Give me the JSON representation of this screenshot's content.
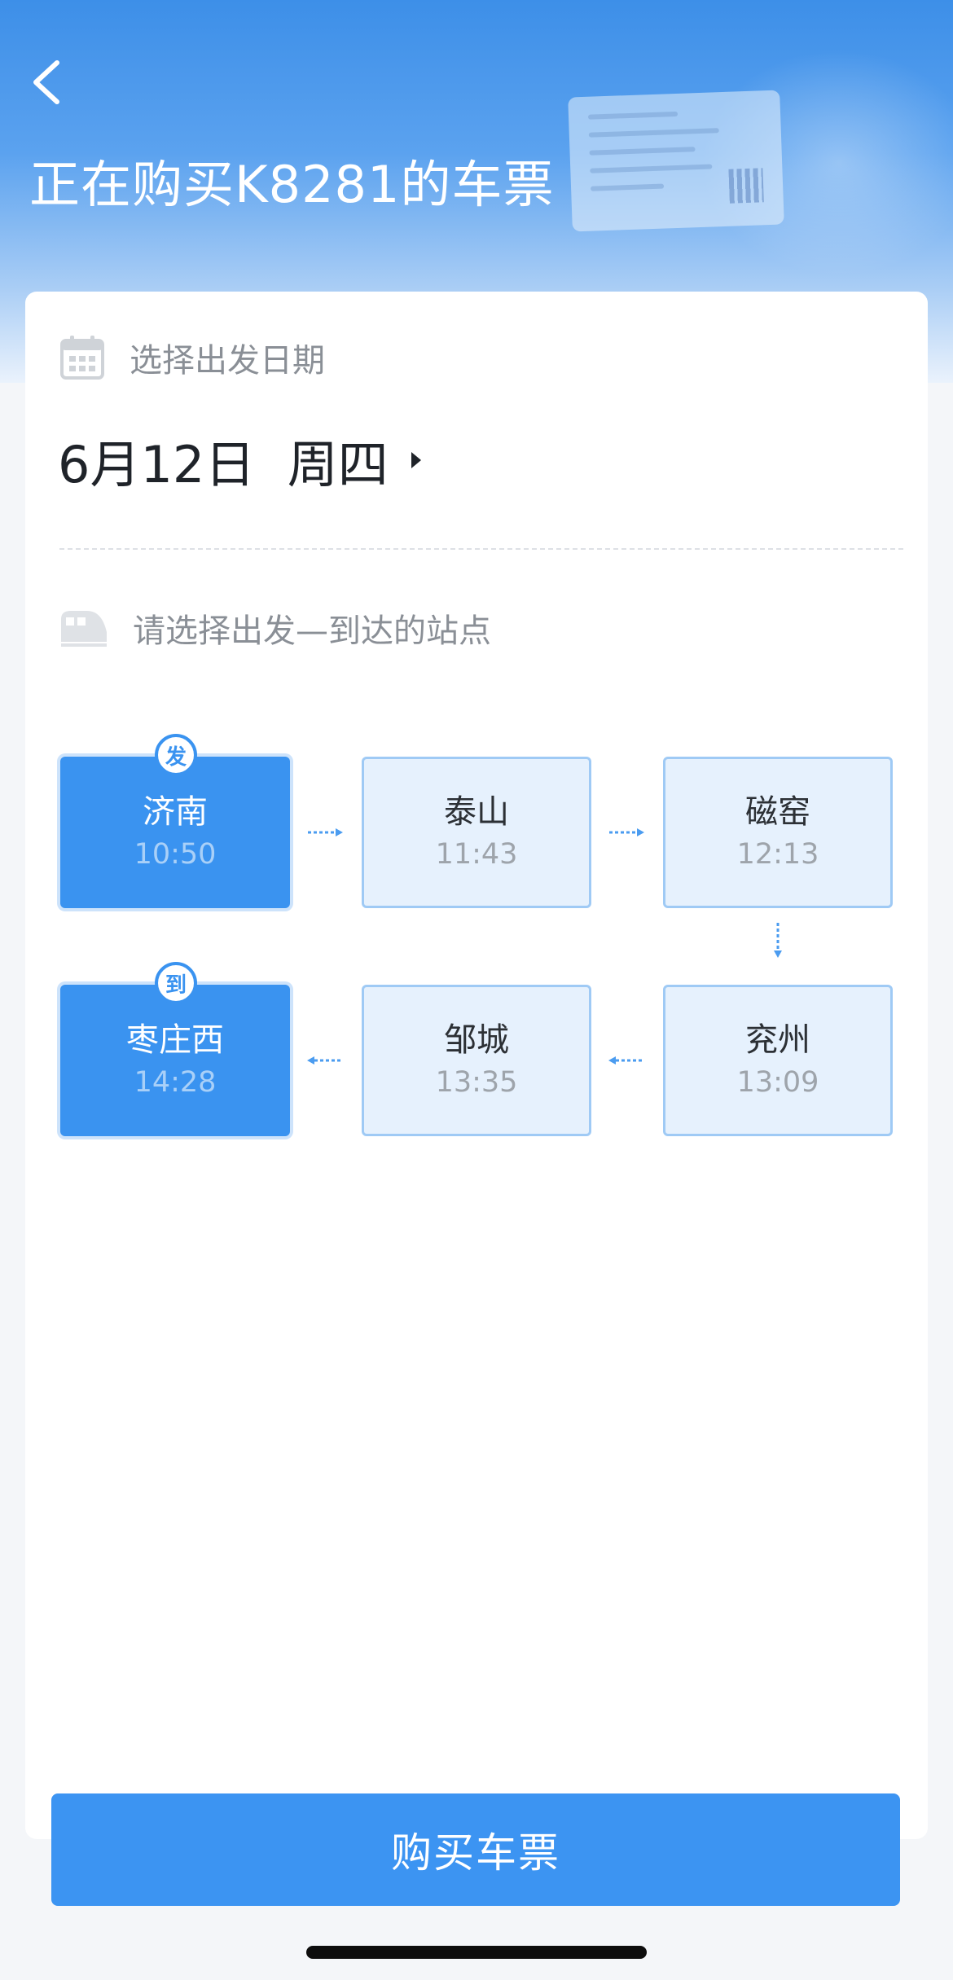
{
  "header": {
    "title": "正在购买K8281的车票",
    "back_icon": "chevron-left-icon"
  },
  "date_section": {
    "label": "选择出发日期",
    "icon": "calendar-icon",
    "selected_date": "6月12日  周四"
  },
  "station_section": {
    "label": "请选择出发—到达的站点",
    "icon": "train-icon",
    "depart_badge": "发",
    "arrive_badge": "到",
    "stations": [
      {
        "name": "济南",
        "time": "10:50"
      },
      {
        "name": "泰山",
        "time": "11:43"
      },
      {
        "name": "磁窑",
        "time": "12:13"
      },
      {
        "name": "兖州",
        "time": "13:09"
      },
      {
        "name": "邹城",
        "time": "13:35"
      },
      {
        "name": "枣庄西",
        "time": "14:28"
      }
    ]
  },
  "buy_button": {
    "label": "购买车票"
  },
  "colors": {
    "accent": "#3a93f0",
    "station_bg": "#e6f1fd",
    "station_border": "#9fcaf5"
  }
}
